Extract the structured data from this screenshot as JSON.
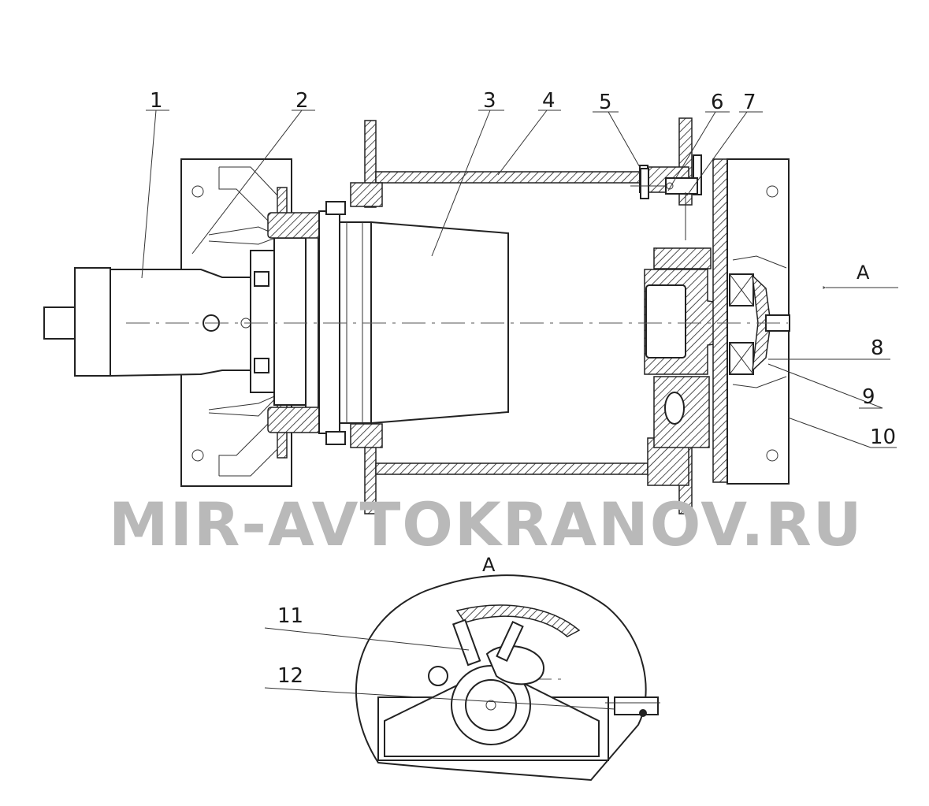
{
  "parts": [
    {
      "id": "part-1",
      "label": "1"
    },
    {
      "id": "part-2",
      "label": "2"
    },
    {
      "id": "part-3",
      "label": "3"
    },
    {
      "id": "part-4",
      "label": "4"
    },
    {
      "id": "part-5",
      "label": "5"
    },
    {
      "id": "part-6",
      "label": "6"
    },
    {
      "id": "part-7",
      "label": "7"
    },
    {
      "id": "part-8",
      "label": "8"
    },
    {
      "id": "part-9",
      "label": "9"
    },
    {
      "id": "part-10",
      "label": "10"
    },
    {
      "id": "part-11",
      "label": "11"
    },
    {
      "id": "part-12",
      "label": "12"
    }
  ],
  "view_label": "A",
  "section_label": "A",
  "watermark": "MIR-AVTOKRANOV.RU"
}
